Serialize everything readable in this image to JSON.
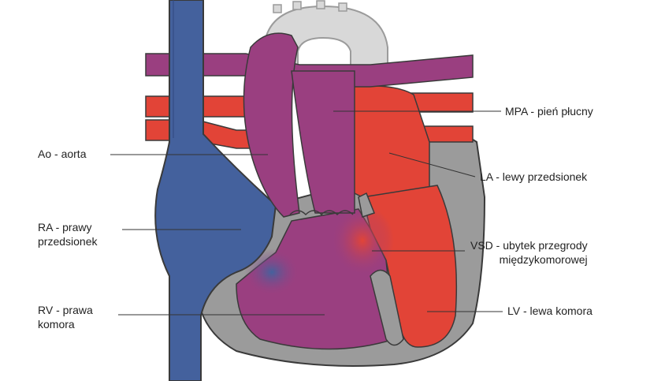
{
  "colors": {
    "deoxygenated": "#44619d",
    "oxygenated": "#e24437",
    "mixed": "#9a3f80",
    "wall": "#9b9b9b",
    "wall_light": "#d8d8d8",
    "outline": "#3a3a3a"
  },
  "labels": {
    "mpa": "MPA - pień płucny",
    "ao": "Ao - aorta",
    "la": "LA - lewy przedsionek",
    "ra_line1": "RA - prawy",
    "ra_line2": "przedsionek",
    "vsd_line1": "VSD - ubytek przegrody",
    "vsd_line2": "międzykomorowej",
    "rv_line1": "RV - prawa",
    "rv_line2": "komora",
    "lv": "LV - lewa komora"
  }
}
